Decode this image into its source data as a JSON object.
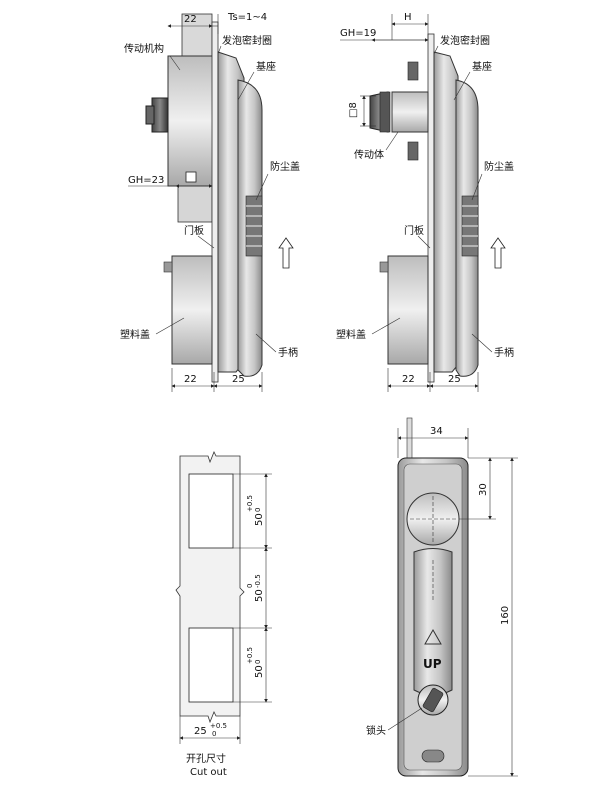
{
  "side_view_left": {
    "dim_top_22": "22",
    "ts": "Ts=1~4",
    "foam_seal": "发泡密封圈",
    "mechanism": "传动机构",
    "base": "基座",
    "gh": "GH=23",
    "dust_cover": "防尘盖",
    "door_panel": "门板",
    "plastic_cover": "塑料盖",
    "handle": "手柄",
    "dim_bottom_22": "22",
    "dim_bottom_25": "25"
  },
  "side_view_right": {
    "h": "H",
    "gh": "GH=19",
    "foam_seal": "发泡密封圈",
    "base": "基座",
    "square_8": "□8",
    "drive_body": "传动体",
    "dust_cover": "防尘盖",
    "door_panel": "门板",
    "plastic_cover": "塑料盖",
    "handle": "手柄",
    "dim_bottom_22": "22",
    "dim_bottom_25": "25"
  },
  "cutout": {
    "dim_50_a": "50",
    "tol_a_upper": "+0.5",
    "tol_a_lower": "0",
    "dim_50_b": "50",
    "tol_b_upper": "0",
    "tol_b_lower": "-0.5",
    "dim_50_c": "50",
    "tol_c_upper": "+0.5",
    "tol_c_lower": "0",
    "dim_25": "25",
    "tol_w_upper": "+0.5",
    "tol_w_lower": "0",
    "title_cn": "开孔尺寸",
    "title_en": "Cut out"
  },
  "front_view": {
    "dim_34": "34",
    "dim_30": "30",
    "dim_160": "160",
    "up_mark": "UP",
    "lock_head": "锁头"
  }
}
